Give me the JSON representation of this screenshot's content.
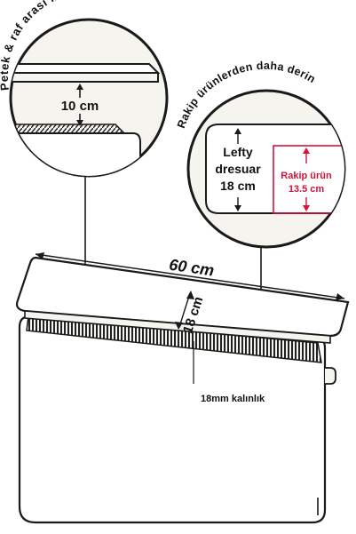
{
  "left_callout": {
    "arc_title": "Petek & raf arası mesafe",
    "gap_label": "10 cm"
  },
  "right_callout": {
    "arc_title": "Rakip ürünlerden daha derin",
    "product_line1": "Lefty",
    "product_line2": "dresuar",
    "product_line3": "18 cm",
    "competitor_line1": "Rakip ürün",
    "competitor_line2": "13.5 cm"
  },
  "main": {
    "width_label": "60 cm",
    "depth_label": "18 cm",
    "thickness_label": "18mm kalınlık"
  },
  "colors": {
    "line": "#1a1a1a",
    "fill": "#f6f4ef",
    "accent": "#d0153a"
  }
}
